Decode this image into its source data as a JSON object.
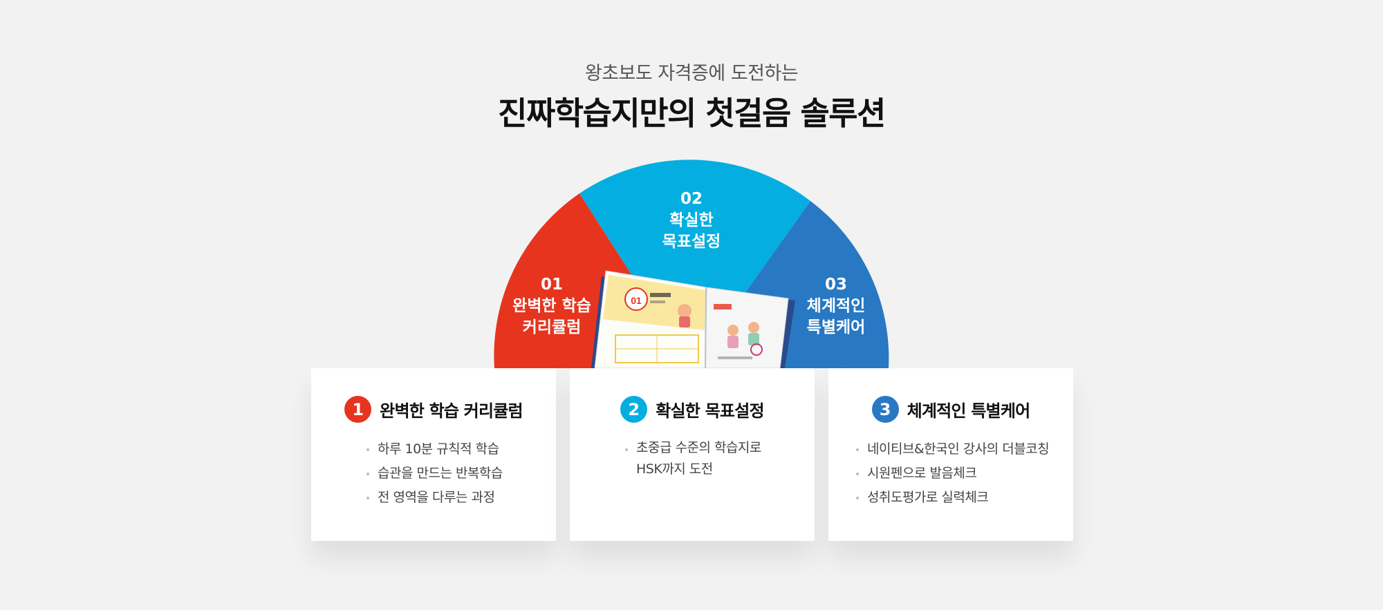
{
  "header": {
    "subtitle": "왕초보도 자격증에 도전하는",
    "title": "진짜학습지만의 첫걸음 솔루션"
  },
  "colors": {
    "red": "#e6341f",
    "cyan": "#04aee0",
    "blue": "#2878c4"
  },
  "segments": [
    {
      "num": "01",
      "line1": "완벽한 학습",
      "line2": "커리큘럼"
    },
    {
      "num": "02",
      "line1": "확실한",
      "line2": "목표설정"
    },
    {
      "num": "03",
      "line1": "체계적인",
      "line2": "특별케어"
    }
  ],
  "cards": [
    {
      "badge": "1",
      "title": "완벽한 학습 커리큘럼",
      "items": [
        "하루 10분 규칙적 학습",
        "습관을 만드는 반복학습",
        "전 영역을 다루는 과정"
      ]
    },
    {
      "badge": "2",
      "title": "확실한 목표설정",
      "items": [
        "초중급 수준의 학습지로",
        "HSK까지 도전"
      ]
    },
    {
      "badge": "3",
      "title": "체계적인 특별케어",
      "items": [
        "네이티브&한국인 강사의 더블코칭",
        "시원펜으로 발음체크",
        "성취도평가로 실력체크"
      ]
    }
  ],
  "book_image": {
    "icon": "textbook-illustration",
    "lesson_badge": "01"
  }
}
